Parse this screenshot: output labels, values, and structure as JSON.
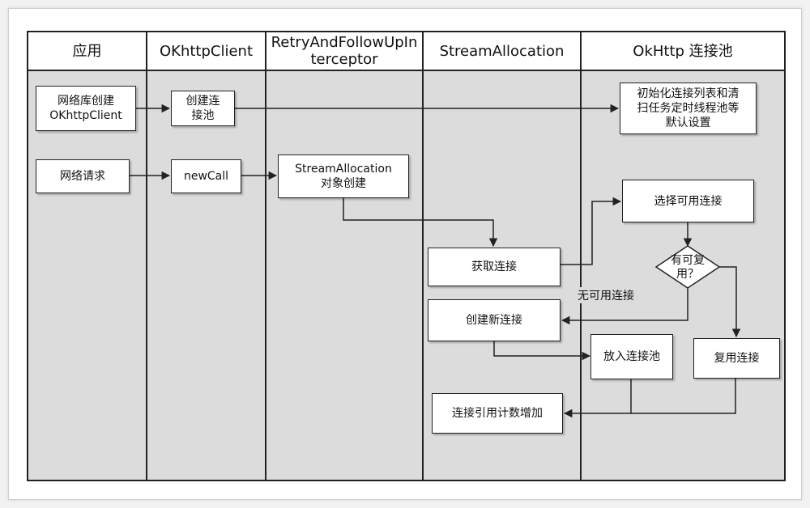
{
  "lanes": [
    "应用",
    "OKhttpClient",
    "RetryAndFollowUpInterceptor",
    "StreamAllocation",
    "OkHttp 连接池"
  ],
  "nodes": {
    "app_create_client": "网络库创建\nOKhttpClient",
    "network_request": "网络请求",
    "create_pool": "创建连\n接池",
    "new_call": "newCall",
    "stream_alloc_create": "StreamAllocation\n对象创建",
    "get_connection": "获取连接",
    "create_new_connection": "创建新连接",
    "ref_count_increase": "连接引用计数增加",
    "init_pool": "初始化连接列表和清\n扫任务定时线程池等\n默认设置",
    "select_connection": "选择可用连接",
    "reusable_question": "有可复\n用？",
    "put_into_pool": "放入连接池",
    "reuse_connection": "复用连接"
  },
  "edge_labels": {
    "no_available": "无可用连接"
  },
  "colors": {
    "lane_bg": "#dcdcdc",
    "border": "#222222",
    "node_bg": "#ffffff"
  }
}
